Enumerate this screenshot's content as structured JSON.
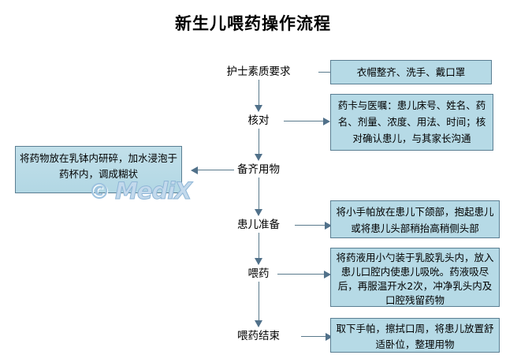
{
  "title": "新生儿喂药操作流程",
  "watermark": {
    "symbol": "©",
    "text": "MediX"
  },
  "flow": {
    "steps": [
      {
        "id": "nurse-quality",
        "label": "护士素质要求"
      },
      {
        "id": "verify",
        "label": "核对"
      },
      {
        "id": "prepare-items",
        "label": "备齐用物"
      },
      {
        "id": "patient-prep",
        "label": "患儿准备"
      },
      {
        "id": "feed-medicine",
        "label": "喂药"
      },
      {
        "id": "feeding-end",
        "label": "喂药结束"
      }
    ],
    "detail_boxes": [
      {
        "id": "nurse-quality-detail",
        "side": "right",
        "text": "衣帽整齐、洗手、戴口罩"
      },
      {
        "id": "verify-detail",
        "side": "right",
        "text": "药卡与医嘱：患儿床号、姓名、药名、剂量、浓度、用法、时间；核对确认患儿，与其家长沟通"
      },
      {
        "id": "prepare-items-detail",
        "side": "left",
        "text": "将药物放在乳钵内研碎，加水浸泡于药杯内，调成糊状"
      },
      {
        "id": "patient-prep-detail",
        "side": "right",
        "text": "将小手帕放在患儿下颌部，抱起患儿或将患儿头部稍抬高稍侧头部"
      },
      {
        "id": "feed-medicine-detail",
        "side": "right",
        "text": "将药液用小勺装于乳胶乳头内，放入患儿口腔内使患儿吸吮。药液吸尽后，再服温开水2次，冲净乳头内及口腔残留药物"
      },
      {
        "id": "feeding-end-detail",
        "side": "right",
        "text": "取下手帕，擦拭口周，将患儿放置舒适卧位，整理用物"
      }
    ]
  },
  "colors": {
    "box_fill": "#b6dae6",
    "box_border": "#5a7e92",
    "connector": "#5a7a8c",
    "arrow": "#51718a",
    "text": "#000000",
    "background": "#ffffff",
    "watermark": "#c3d9ec"
  }
}
